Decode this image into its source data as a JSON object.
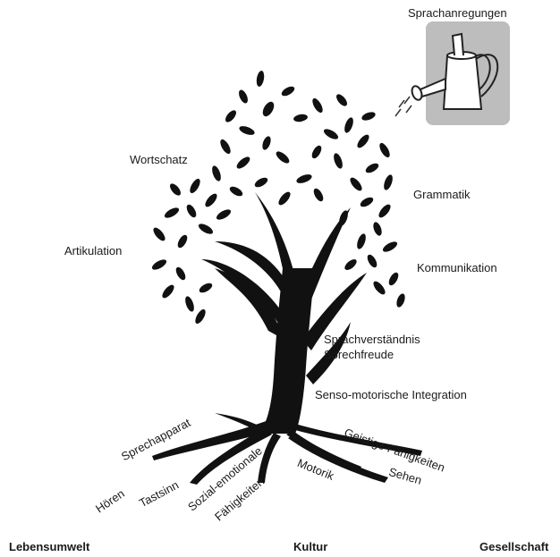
{
  "watering_label": "Sprachanregungen",
  "branches": {
    "wortschatz": "Wortschatz",
    "artikulation": "Artikulation",
    "grammatik": "Grammatik",
    "kommunikation": "Kommunikation"
  },
  "trunk": {
    "line1": "Sprachverständnis",
    "line2": "Sprechfreude",
    "integration": "Senso-motorische Integration"
  },
  "roots": {
    "sprechapparat": "Sprechapparat",
    "hoeren": "Hören",
    "tastsinn": "Tastsinn",
    "sozial_line1": "Sozial-emotionale",
    "sozial_line2": "Fähigkeiten",
    "motorik": "Motorik",
    "geistige": "Geistige Fähigkeiten",
    "sehen": "Sehen"
  },
  "ground": {
    "left": "Lebensumwelt",
    "center": "Kultur",
    "right": "Gesellschaft"
  },
  "icons": [
    "watering-can-icon",
    "tree-icon",
    "leaf-icon",
    "water-drops-icon"
  ]
}
